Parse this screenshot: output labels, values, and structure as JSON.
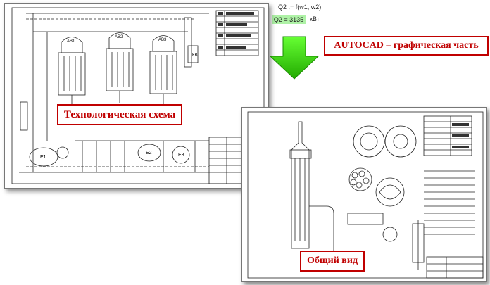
{
  "formula": {
    "expression": "Q2 := f(w1, w2)",
    "result": "Q2 = 3135",
    "unit": "кВт"
  },
  "labels": {
    "scheme": "Технологическая схема",
    "autocad": "AUTOCAD – графическая часть",
    "general_view": "Общий вид"
  },
  "scheme_units": [
    "АВ1",
    "АВ2",
    "АВ3",
    "КВ"
  ],
  "scheme_vessels": [
    "Е1",
    "Е2",
    "Е3"
  ],
  "colors": {
    "accent": "#c00000",
    "arrow": "#33cc00",
    "result_highlight": "#aef2a6"
  }
}
